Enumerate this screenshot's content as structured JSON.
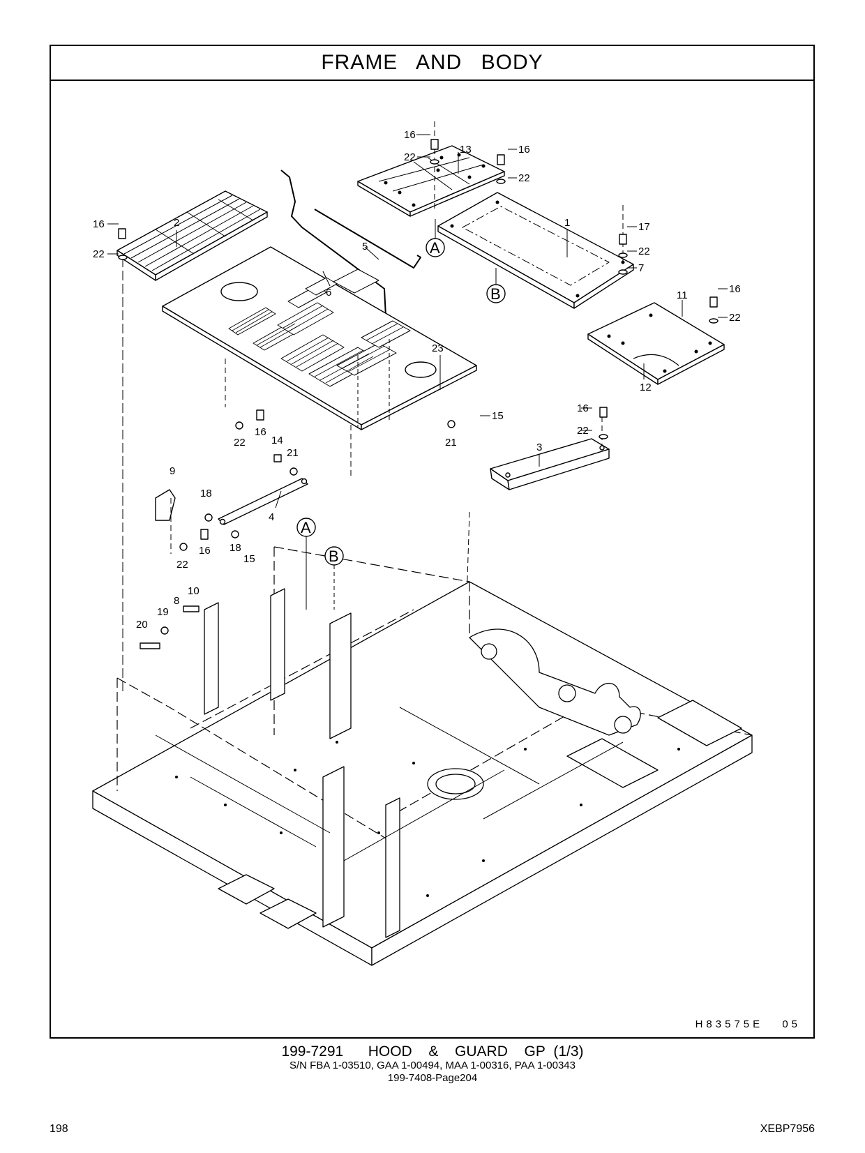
{
  "title": "FRAME AND BODY",
  "drawing_ref": {
    "code": "H83575E",
    "rev": "05"
  },
  "caption": {
    "title": "199-7291   HOOD  &  GUARD  GP (1/3)",
    "serials": "S/N FBA 1-03510, GAA 1-00494, MAA 1-00316, PAA 1-00343",
    "reference": "199-7408-Page204"
  },
  "footer": {
    "page_number": "198",
    "document_id": "XEBP7956"
  },
  "view_markers": [
    "A",
    "B"
  ],
  "callouts": [
    "1",
    "2",
    "3",
    "4",
    "5",
    "6",
    "7",
    "8",
    "9",
    "10",
    "11",
    "12",
    "13",
    "14",
    "15",
    "16",
    "17",
    "18",
    "19",
    "20",
    "21",
    "22",
    "23"
  ]
}
